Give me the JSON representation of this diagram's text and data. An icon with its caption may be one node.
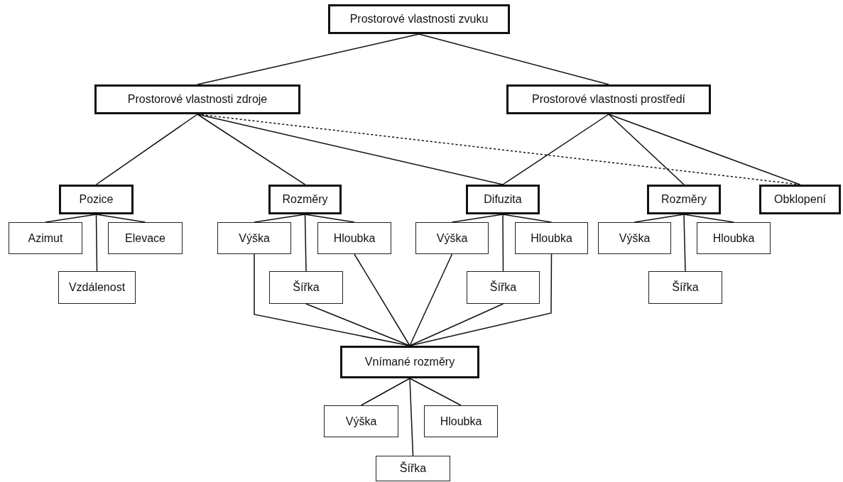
{
  "diagram": {
    "nodes": [
      {
        "text": [
          "Prostorové vlastnosti zvuku"
        ]
      },
      {
        "text": [
          "Prostorové vlastnosti zdroje"
        ]
      },
      {
        "text": [
          "Prostorové vlastnosti prostředí"
        ]
      },
      {
        "text": [
          "Pozice"
        ]
      },
      {
        "text": [
          "Rozměry"
        ]
      },
      {
        "text": [
          "Difuzita"
        ]
      },
      {
        "text": [
          "Rozměry"
        ]
      },
      {
        "text": [
          "Obklopení"
        ]
      },
      {
        "text": [
          "Azimut"
        ]
      },
      {
        "text": [
          "Elevace"
        ]
      },
      {
        "text": [
          "Vzdálenost"
        ]
      },
      {
        "text": [
          "Výška"
        ]
      },
      {
        "text": [
          "Hloubka"
        ]
      },
      {
        "text": [
          "Šířka"
        ]
      },
      {
        "text": [
          "Výška"
        ]
      },
      {
        "text": [
          "Hloubka"
        ]
      },
      {
        "text": [
          "Šířka"
        ]
      },
      {
        "text": [
          "Výška"
        ]
      },
      {
        "text": [
          "Hloubka"
        ]
      },
      {
        "text": [
          "Šířka"
        ]
      },
      {
        "text": [
          "Vnímané rozměry"
        ]
      },
      {
        "text": [
          "Výška"
        ]
      },
      {
        "text": [
          "Hloubka"
        ]
      },
      {
        "text": [
          "Šířka"
        ]
      }
    ],
    "edges": [
      {
        "from": 0,
        "to": 1,
        "arrow": "none"
      },
      {
        "from": 0,
        "to": 2,
        "arrow": "none"
      },
      {
        "from": 1,
        "to": 3,
        "arrow": "none"
      },
      {
        "from": 1,
        "to": 4,
        "arrow": "none"
      },
      {
        "from": 1,
        "to": 5,
        "arrow": "none"
      },
      {
        "from": 1,
        "to": 7,
        "arrow": "none",
        "style": "dashed"
      },
      {
        "from": 2,
        "to": 5,
        "arrow": "none"
      },
      {
        "from": 2,
        "to": 6,
        "arrow": "none"
      },
      {
        "from": 2,
        "to": 7,
        "arrow": "none"
      },
      {
        "from": 3,
        "to": 8,
        "arrow": "none"
      },
      {
        "from": 3,
        "to": 9,
        "arrow": "none"
      },
      {
        "from": 3,
        "to": 10,
        "arrow": "none"
      },
      {
        "from": 4,
        "to": 11,
        "arrow": "none"
      },
      {
        "from": 4,
        "to": 12,
        "arrow": "none"
      },
      {
        "from": 4,
        "to": 13,
        "arrow": "none"
      },
      {
        "from": 5,
        "to": 14,
        "arrow": "none"
      },
      {
        "from": 5,
        "to": 15,
        "arrow": "none"
      },
      {
        "from": 5,
        "to": 16,
        "arrow": "none"
      },
      {
        "from": 6,
        "to": 17,
        "arrow": "none"
      },
      {
        "from": 6,
        "to": 18,
        "arrow": "none"
      },
      {
        "from": 6,
        "to": 19,
        "arrow": "none"
      },
      {
        "from": 11,
        "to": 20,
        "arrow": "none"
      },
      {
        "from": 13,
        "to": 20,
        "arrow": "none"
      },
      {
        "from": 12,
        "to": 20,
        "arrow": "none"
      },
      {
        "from": 14,
        "to": 20,
        "arrow": "none"
      },
      {
        "from": 16,
        "to": 20,
        "arrow": "none"
      },
      {
        "from": 15,
        "to": 20,
        "arrow": "none"
      },
      {
        "from": 20,
        "to": 21,
        "arrow": "none"
      },
      {
        "from": 20,
        "to": 22,
        "arrow": "none"
      },
      {
        "from": 20,
        "to": 23,
        "arrow": "none"
      }
    ]
  }
}
